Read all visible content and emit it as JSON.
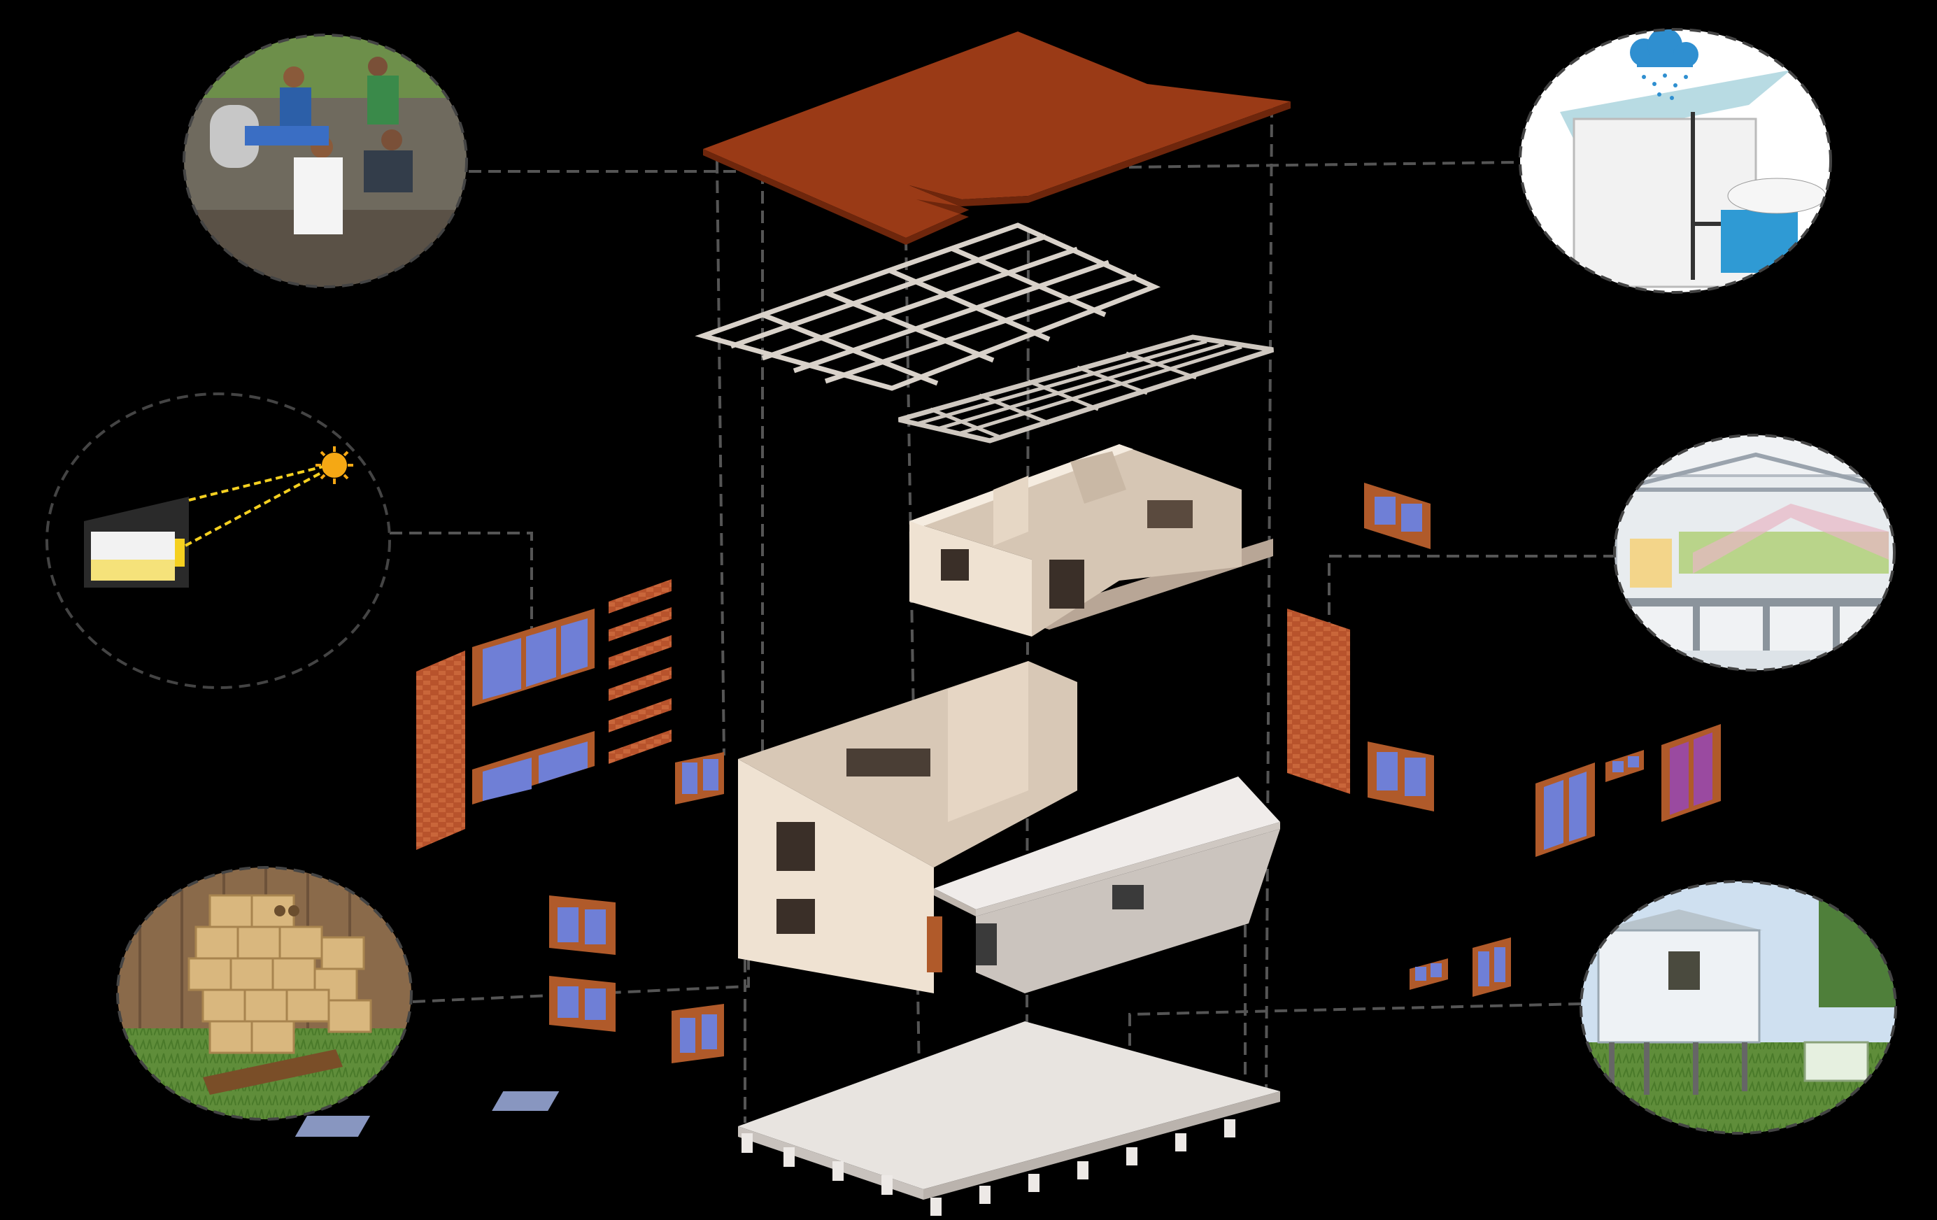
{
  "diagram": {
    "type": "exploded-axonometric-house",
    "background": "#000000",
    "colors": {
      "roof": "#9a3a16",
      "roof_shadow": "#7a2c10",
      "truss": "#d9d2ca",
      "wall": "#efe2d2",
      "wall_shade": "#cdbca8",
      "slab": "#e8e4e0",
      "window_frame": "#b05a2a",
      "glass": "#6f7fd6",
      "brick": "#b8532c",
      "dash": "#555555",
      "circle_border": "#444444"
    },
    "layers": [
      "roof",
      "roof-structure",
      "upper-floor",
      "ground-floor",
      "foundation-slab"
    ],
    "callouts": [
      {
        "id": "community-construction",
        "icon": "workers-photo"
      },
      {
        "id": "rainwater-harvest",
        "icon": "rain-cloud-icon"
      },
      {
        "id": "solar-orientation",
        "icon": "sun-icon"
      },
      {
        "id": "cross-ventilation",
        "icon": "section-photo"
      },
      {
        "id": "earth-blocks",
        "icon": "block-stack-photo"
      },
      {
        "id": "raised-stilts",
        "icon": "stilt-house-photo"
      }
    ]
  }
}
